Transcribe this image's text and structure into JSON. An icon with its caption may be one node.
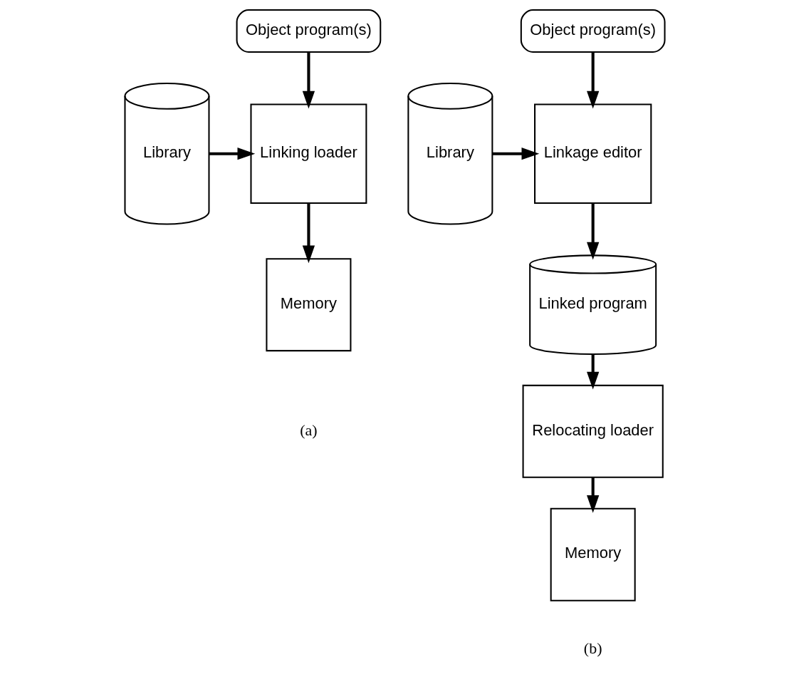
{
  "diagram": {
    "nodes": [
      {
        "text": [
          "Object program(s)"
        ]
      },
      {
        "text": [
          "Library"
        ]
      },
      {
        "text": [
          "Linking loader"
        ]
      },
      {
        "text": [
          "Memory"
        ]
      },
      {
        "text": [
          "Object program(s)"
        ]
      },
      {
        "text": [
          "Library"
        ]
      },
      {
        "text": [
          "Linkage editor"
        ]
      },
      {
        "text": [
          "Linked program"
        ]
      },
      {
        "text": [
          "Relocating loader"
        ]
      },
      {
        "text": [
          "Memory"
        ]
      }
    ],
    "edges": [
      {
        "from": 0,
        "to": 2,
        "arrow": "to"
      },
      {
        "from": 1,
        "to": 2,
        "arrow": "to"
      },
      {
        "from": 2,
        "to": 3,
        "arrow": "to"
      },
      {
        "from": 4,
        "to": 6,
        "arrow": "to"
      },
      {
        "from": 5,
        "to": 6,
        "arrow": "to"
      },
      {
        "from": 6,
        "to": 7,
        "arrow": "to"
      },
      {
        "from": 7,
        "to": 8,
        "arrow": "to"
      },
      {
        "from": 8,
        "to": 9,
        "arrow": "to"
      }
    ],
    "labels": [
      "(a)",
      "(b)"
    ]
  }
}
